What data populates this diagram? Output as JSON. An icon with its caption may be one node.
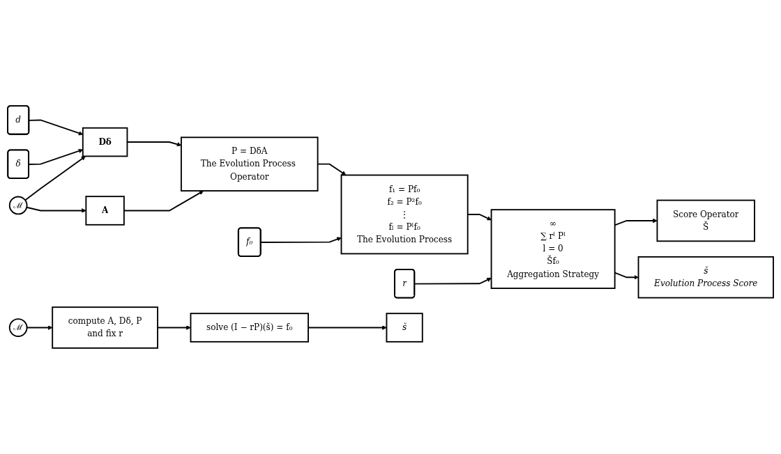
{
  "diagram": {
    "nodes": [
      {
        "text": [
          "d"
        ]
      },
      {
        "text": [
          "δ"
        ]
      },
      {
        "text": [
          "f₀"
        ]
      },
      {
        "text": [
          "r"
        ]
      },
      {
        "text": [
          "ℳ"
        ]
      },
      {
        "text": [
          "Dδ"
        ]
      },
      {
        "text": [
          "A"
        ]
      },
      {
        "text": [
          "P = DδA",
          "The Evolution Process Operator"
        ]
      },
      {
        "text": [
          "f₁ = Pf₀",
          "f₂ = P²f₀",
          "⋮",
          "fₗ = Pˡf₀",
          "The Evolution Process"
        ]
      },
      {
        "text": [
          "∞",
          "∑ rˡ Pˡ",
          "l = 0",
          "Šf₀",
          "Aggregation Strategy"
        ]
      },
      {
        "text": [
          "Score Operator",
          "Š"
        ]
      },
      {
        "text": [
          "š",
          "Evolution Process Score"
        ]
      },
      {
        "text": [
          "ℳ"
        ]
      },
      {
        "text": [
          "compute A, Dδ, P",
          "and fix r"
        ]
      },
      {
        "text": [
          "solve (I − rP)(š) = f₀"
        ]
      },
      {
        "text": [
          "š"
        ]
      }
    ],
    "edges": [
      {
        "from": 0,
        "to": 5,
        "arrow": "to"
      },
      {
        "from": 1,
        "to": 5,
        "arrow": "to"
      },
      {
        "from": 4,
        "to": 5,
        "arrow": "to"
      },
      {
        "from": 4,
        "to": 6,
        "arrow": "to"
      },
      {
        "from": 5,
        "to": 7,
        "arrow": "to"
      },
      {
        "from": 6,
        "to": 7,
        "arrow": "to"
      },
      {
        "from": 7,
        "to": 8,
        "arrow": "to"
      },
      {
        "from": 2,
        "to": 8,
        "arrow": "to"
      },
      {
        "from": 8,
        "to": 9,
        "arrow": "to"
      },
      {
        "from": 3,
        "to": 9,
        "arrow": "to"
      },
      {
        "from": 9,
        "to": 10,
        "arrow": "to"
      },
      {
        "from": 9,
        "to": 11,
        "arrow": "to"
      },
      {
        "from": 12,
        "to": 13,
        "arrow": "to"
      },
      {
        "from": 13,
        "to": 14,
        "arrow": "to"
      },
      {
        "from": 14,
        "to": 15,
        "arrow": "to"
      }
    ]
  }
}
